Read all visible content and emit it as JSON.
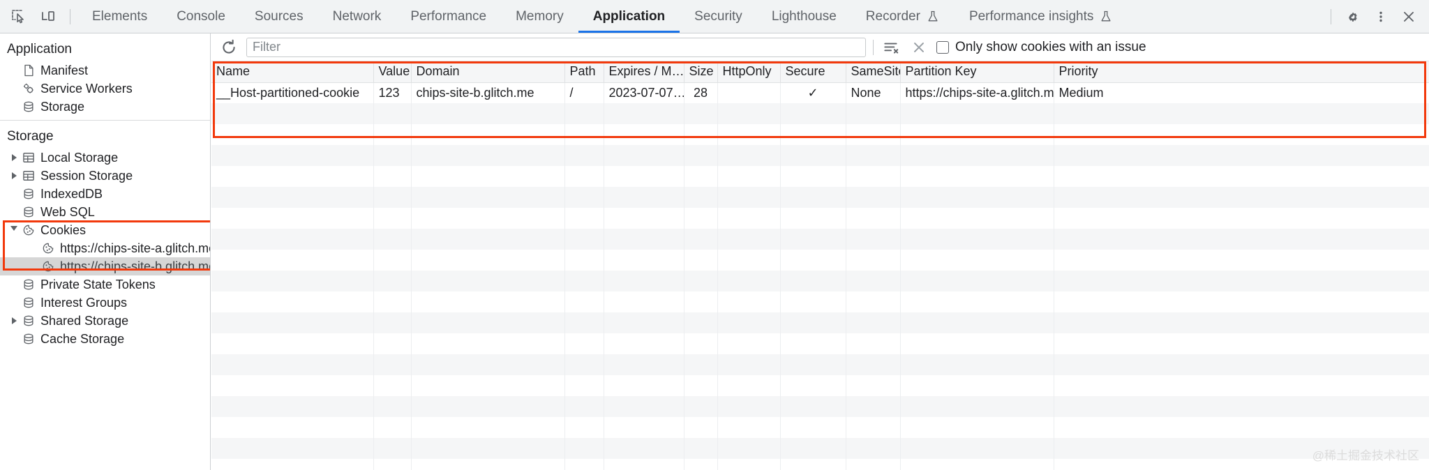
{
  "toolbar": {
    "inspect_icon": "inspect-element-icon",
    "device_icon": "device-toolbar-icon",
    "tabs": [
      {
        "label": "Elements",
        "active": false,
        "experiment": false
      },
      {
        "label": "Console",
        "active": false,
        "experiment": false
      },
      {
        "label": "Sources",
        "active": false,
        "experiment": false
      },
      {
        "label": "Network",
        "active": false,
        "experiment": false
      },
      {
        "label": "Performance",
        "active": false,
        "experiment": false
      },
      {
        "label": "Memory",
        "active": false,
        "experiment": false
      },
      {
        "label": "Application",
        "active": true,
        "experiment": false
      },
      {
        "label": "Security",
        "active": false,
        "experiment": false
      },
      {
        "label": "Lighthouse",
        "active": false,
        "experiment": false
      },
      {
        "label": "Recorder",
        "active": false,
        "experiment": true
      },
      {
        "label": "Performance insights",
        "active": false,
        "experiment": true
      }
    ],
    "settings_icon": "gear-icon",
    "more_icon": "kebab-menu-icon",
    "close_icon": "close-icon",
    "active_tab_color": "#1a73e8"
  },
  "sidebar": {
    "application": {
      "title": "Application",
      "items": [
        {
          "label": "Manifest",
          "icon": "document-icon",
          "arrow": "none"
        },
        {
          "label": "Service Workers",
          "icon": "gears-icon",
          "arrow": "none"
        },
        {
          "label": "Storage",
          "icon": "database-icon",
          "arrow": "none"
        }
      ]
    },
    "storage": {
      "title": "Storage",
      "items": [
        {
          "label": "Local Storage",
          "icon": "table-icon",
          "arrow": "right",
          "indent": 1,
          "selected": false
        },
        {
          "label": "Session Storage",
          "icon": "table-icon",
          "arrow": "right",
          "indent": 1,
          "selected": false
        },
        {
          "label": "IndexedDB",
          "icon": "database-icon",
          "arrow": "none",
          "indent": 1,
          "selected": false
        },
        {
          "label": "Web SQL",
          "icon": "database-icon",
          "arrow": "none",
          "indent": 1,
          "selected": false
        },
        {
          "label": "Cookies",
          "icon": "cookie-icon",
          "arrow": "down",
          "indent": 1,
          "selected": false
        },
        {
          "label": "https://chips-site-a.glitch.me",
          "icon": "cookie-icon",
          "arrow": "none",
          "indent": 2,
          "selected": false
        },
        {
          "label": "https://chips-site-b.glitch.me",
          "icon": "cookie-icon",
          "arrow": "none",
          "indent": 2,
          "selected": true
        },
        {
          "label": "Private State Tokens",
          "icon": "database-icon",
          "arrow": "none",
          "indent": 1,
          "selected": false
        },
        {
          "label": "Interest Groups",
          "icon": "database-icon",
          "arrow": "none",
          "indent": 1,
          "selected": false
        },
        {
          "label": "Shared Storage",
          "icon": "database-icon",
          "arrow": "right",
          "indent": 1,
          "selected": false
        },
        {
          "label": "Cache Storage",
          "icon": "database-icon",
          "arrow": "none",
          "indent": 1,
          "selected": false
        }
      ]
    },
    "highlight_color": "#f2390c"
  },
  "filterbar": {
    "refresh_icon": "refresh-icon",
    "filter_placeholder": "Filter",
    "filter_value": "",
    "clear_filtered_icon": "clear-filtered-icon",
    "clear_all_icon": "clear-all-icon",
    "only_issues_label": "Only show cookies with an issue",
    "only_issues_checked": false
  },
  "cookies_table": {
    "columns": [
      "Name",
      "Value",
      "Domain",
      "Path",
      "Expires / M…",
      "Size",
      "HttpOnly",
      "Secure",
      "SameSite",
      "Partition Key",
      "Priority"
    ],
    "rows": [
      {
        "Name": "__Host-partitioned-cookie",
        "Value": "123",
        "Domain": "chips-site-b.glitch.me",
        "Path": "/",
        "Expires / M…": "2023-07-07…",
        "Size": "28",
        "HttpOnly": "",
        "Secure": "✓",
        "SameSite": "None",
        "Partition Key": "https://chips-site-a.glitch.me",
        "Priority": "Medium"
      }
    ],
    "highlight_color": "#f2390c"
  },
  "watermark": "@稀土掘金技术社区"
}
